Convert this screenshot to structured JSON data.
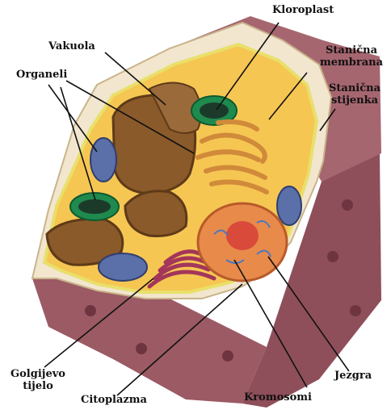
{
  "diagram": {
    "labels": {
      "kloroplast": "Kloroplast",
      "vakuola": "Vakuola",
      "organeli": "Organeli",
      "stanicna_membrana": "Stanična membrana",
      "stanicna_stijenka": "Stanična stijenka",
      "golgijevo_tijelo": "Golgijevo tijelo",
      "citoplazma": "Citoplazma",
      "kromosomi": "Kromosomi",
      "jezgra": "Jezgra"
    },
    "colors": {
      "wall": "#9b5a64",
      "wall_dark": "#6e3540",
      "wall_light": "#b97b84",
      "wall_top": "#f2e6cf",
      "cytoplasm": "#f6c653",
      "membrane": "#e8e06a",
      "vacuole": "#8a5a2a",
      "chloroplast": "#1f8a4e",
      "mitochondria": "#5b6fa8",
      "golgi": "#a3365a",
      "er": "#d08a3a",
      "nucleus": "#e88a4a"
    }
  }
}
